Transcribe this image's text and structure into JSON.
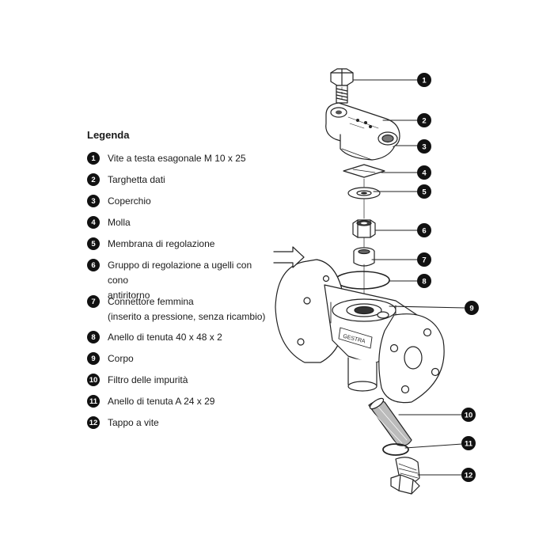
{
  "legend": {
    "title": "Legenda",
    "items": [
      {
        "num": "1",
        "lines": [
          "Vite a testa esagonale M 10 x 25"
        ]
      },
      {
        "num": "2",
        "lines": [
          "Targhetta dati"
        ]
      },
      {
        "num": "3",
        "lines": [
          "Coperchio"
        ]
      },
      {
        "num": "4",
        "lines": [
          "Molla"
        ]
      },
      {
        "num": "5",
        "lines": [
          "Membrana di regolazione"
        ]
      },
      {
        "num": "6",
        "lines": [
          "Gruppo di regolazione a ugelli con cono",
          "antiritorno"
        ]
      },
      {
        "num": "7",
        "lines": [
          "Connettore femmina",
          "(inserito a pressione, senza ricambio)"
        ]
      },
      {
        "num": "8",
        "lines": [
          "Anello di tenuta 40 x 48 x 2"
        ]
      },
      {
        "num": "9",
        "lines": [
          "Corpo"
        ]
      },
      {
        "num": "10",
        "lines": [
          "Filtro delle impurità"
        ]
      },
      {
        "num": "11",
        "lines": [
          "Anello di tenuta A 24 x 29"
        ]
      },
      {
        "num": "12",
        "lines": [
          "Tappo a vite"
        ]
      }
    ]
  },
  "drawing": {
    "body_marking": "GESTRA",
    "callouts": [
      "1",
      "2",
      "3",
      "4",
      "5",
      "6",
      "7",
      "8",
      "9",
      "10",
      "11",
      "12"
    ]
  },
  "colors": {
    "ink": "#111111",
    "text": "#1a1a1a",
    "background": "#ffffff"
  }
}
